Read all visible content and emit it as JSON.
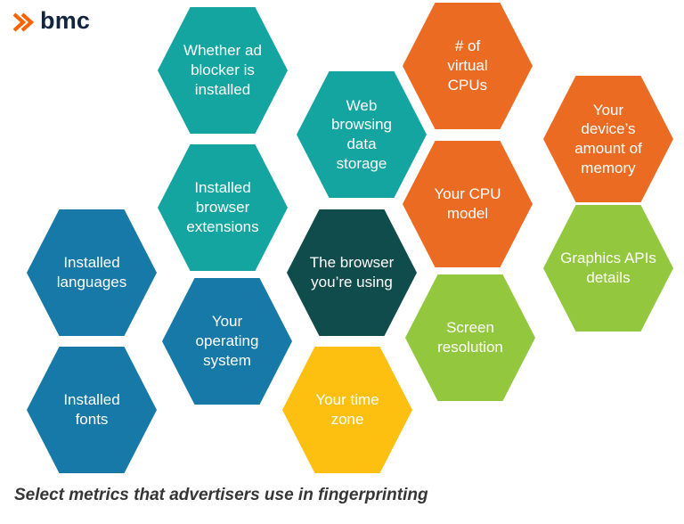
{
  "logo": {
    "brand": "bmc",
    "mark_color": "#f96302",
    "text_color": "#13253c"
  },
  "colors": {
    "teal": "#14a5a0",
    "orange": "#ec6b23",
    "blue": "#1679a7",
    "darkteal": "#114c4c",
    "green": "#93c83e",
    "yellow": "#fdc011"
  },
  "hexagons": [
    {
      "id": "ad-blocker",
      "label": "Whether ad\nblocker is\ninstalled",
      "color": "teal"
    },
    {
      "id": "virtual-cpus",
      "label": "# of\nvirtual\nCPUs",
      "color": "orange"
    },
    {
      "id": "web-browsing",
      "label": "Web\nbrowsing\ndata\nstorage",
      "color": "teal"
    },
    {
      "id": "device-memory",
      "label": "Your\ndevice’s\namount of\nmemory",
      "color": "orange"
    },
    {
      "id": "browser-extensions",
      "label": "Installed\nbrowser\nextensions",
      "color": "teal"
    },
    {
      "id": "cpu-model",
      "label": "Your CPU\nmodel",
      "color": "orange"
    },
    {
      "id": "installed-languages",
      "label": "Installed\nlanguages",
      "color": "blue"
    },
    {
      "id": "browser-you-use",
      "label": "The browser\nyou’re using",
      "color": "darkteal"
    },
    {
      "id": "graphics-apis",
      "label": "Graphics APIs\ndetails",
      "color": "green"
    },
    {
      "id": "operating-system",
      "label": "Your\noperating\nsystem",
      "color": "blue"
    },
    {
      "id": "screen-resolution",
      "label": "Screen\nresolution",
      "color": "green"
    },
    {
      "id": "installed-fonts",
      "label": "Installed\nfonts",
      "color": "blue"
    },
    {
      "id": "time-zone",
      "label": "Your time\nzone",
      "color": "yellow"
    }
  ],
  "caption": "Select metrics that advertisers use in fingerprinting"
}
